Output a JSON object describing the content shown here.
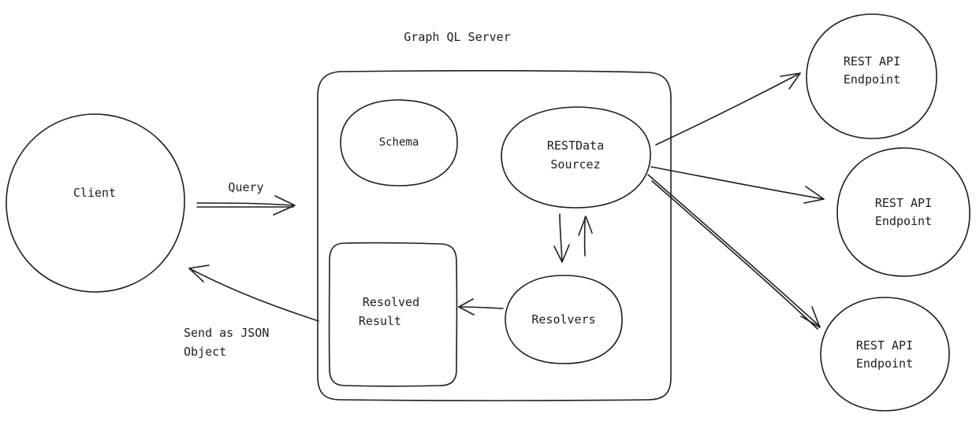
{
  "server": {
    "title": "Graph QL Server"
  },
  "client": {
    "label": "Client"
  },
  "schema": {
    "label": "Schema"
  },
  "datasource": {
    "line1": "RESTData",
    "line2": "Sourcez"
  },
  "resolvers": {
    "label": "Resolvers"
  },
  "result": {
    "line1": "Resolved",
    "line2": "Result"
  },
  "query": {
    "label": "Query"
  },
  "response": {
    "line1": "Send as JSON",
    "line2": "Object"
  },
  "endpoints": [
    {
      "line1": "REST API",
      "line2": "Endpoint"
    },
    {
      "line1": "REST API",
      "line2": "Endpoint"
    },
    {
      "line1": "REST API",
      "line2": "Endpoint"
    }
  ]
}
